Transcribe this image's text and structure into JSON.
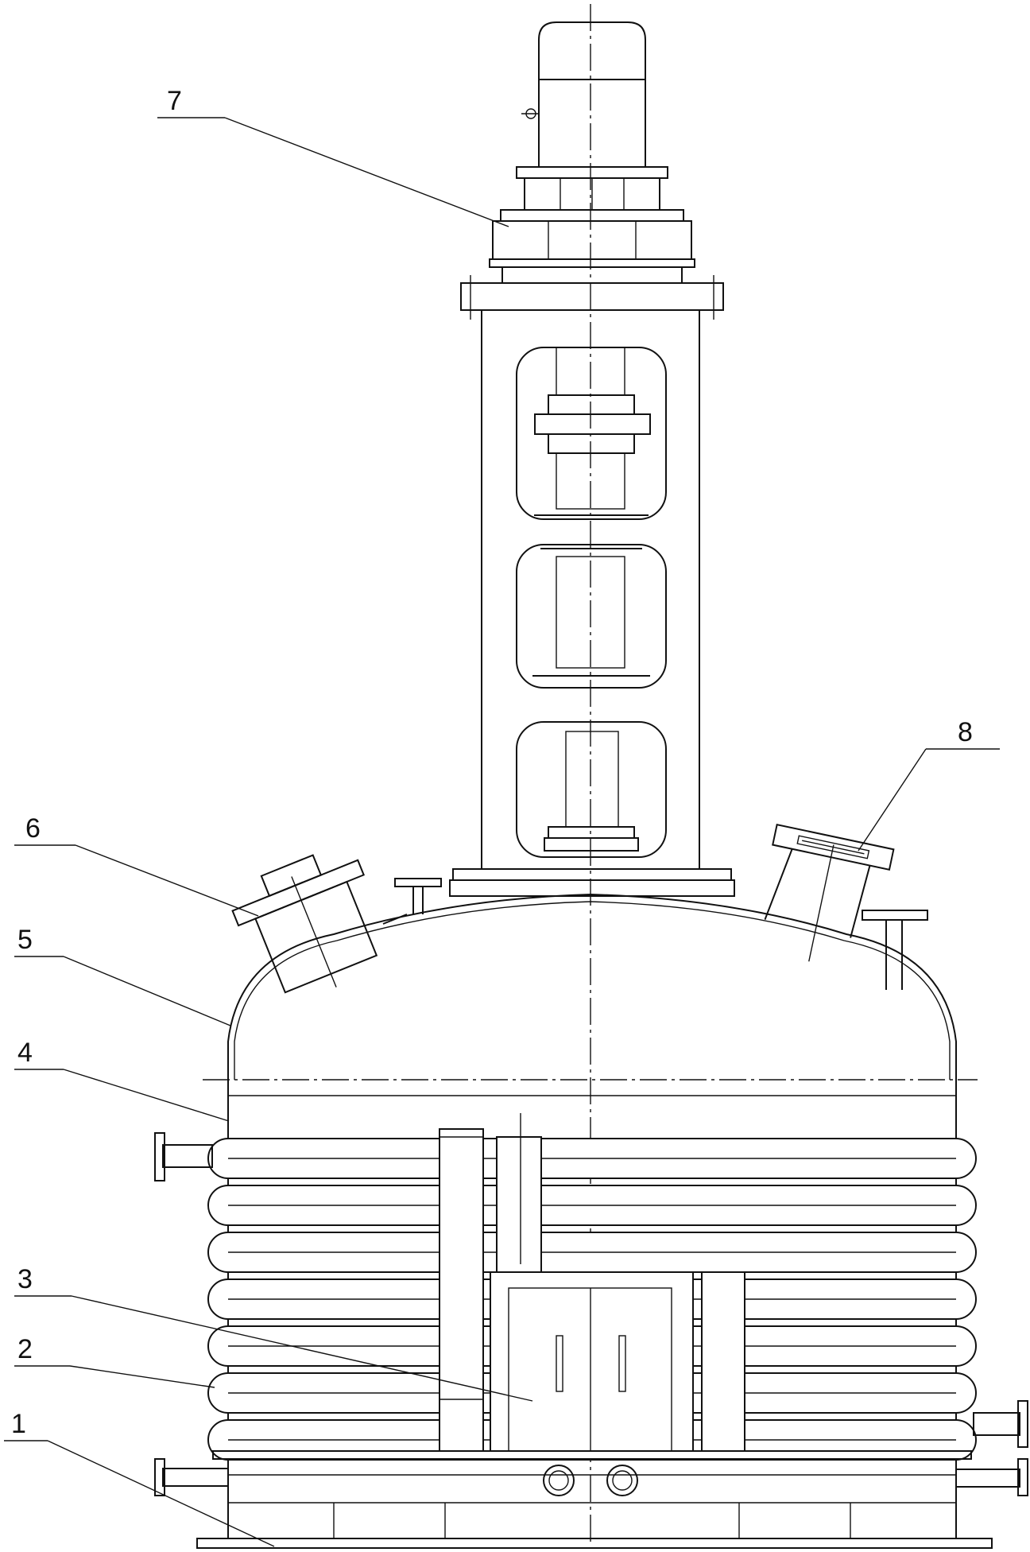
{
  "callouts": [
    {
      "id": "1",
      "text": "1"
    },
    {
      "id": "2",
      "text": "2"
    },
    {
      "id": "3",
      "text": "3"
    },
    {
      "id": "4",
      "text": "4"
    },
    {
      "id": "5",
      "text": "5"
    },
    {
      "id": "6",
      "text": "6"
    },
    {
      "id": "7",
      "text": "7"
    },
    {
      "id": "8",
      "text": "8"
    }
  ],
  "colors": {
    "line": "#111111",
    "background": "#ffffff"
  }
}
